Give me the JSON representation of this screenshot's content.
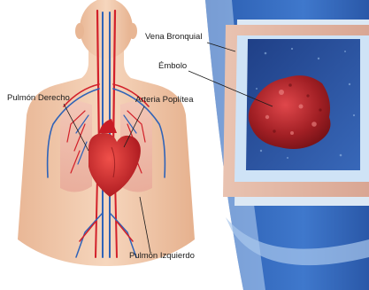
{
  "labels": {
    "vena_bronquial": "Vena Bronquial",
    "embolo": "Émbolo",
    "pulmon_derecho": "Pulmón Derecho",
    "arteria_poplitea": "Arteria Poplítea",
    "pulmon_izquierdo": "Pulmón Izquierdo"
  },
  "colors": {
    "skin": "#f1c9a9",
    "vessel_wall_outer": "#cfe0f0",
    "vessel_wall_inner": "#e7b9a8",
    "lumen": "#2a4f9c",
    "clot": "#9b1f22",
    "artery": "#d2202a",
    "vein": "#2f63b8"
  }
}
